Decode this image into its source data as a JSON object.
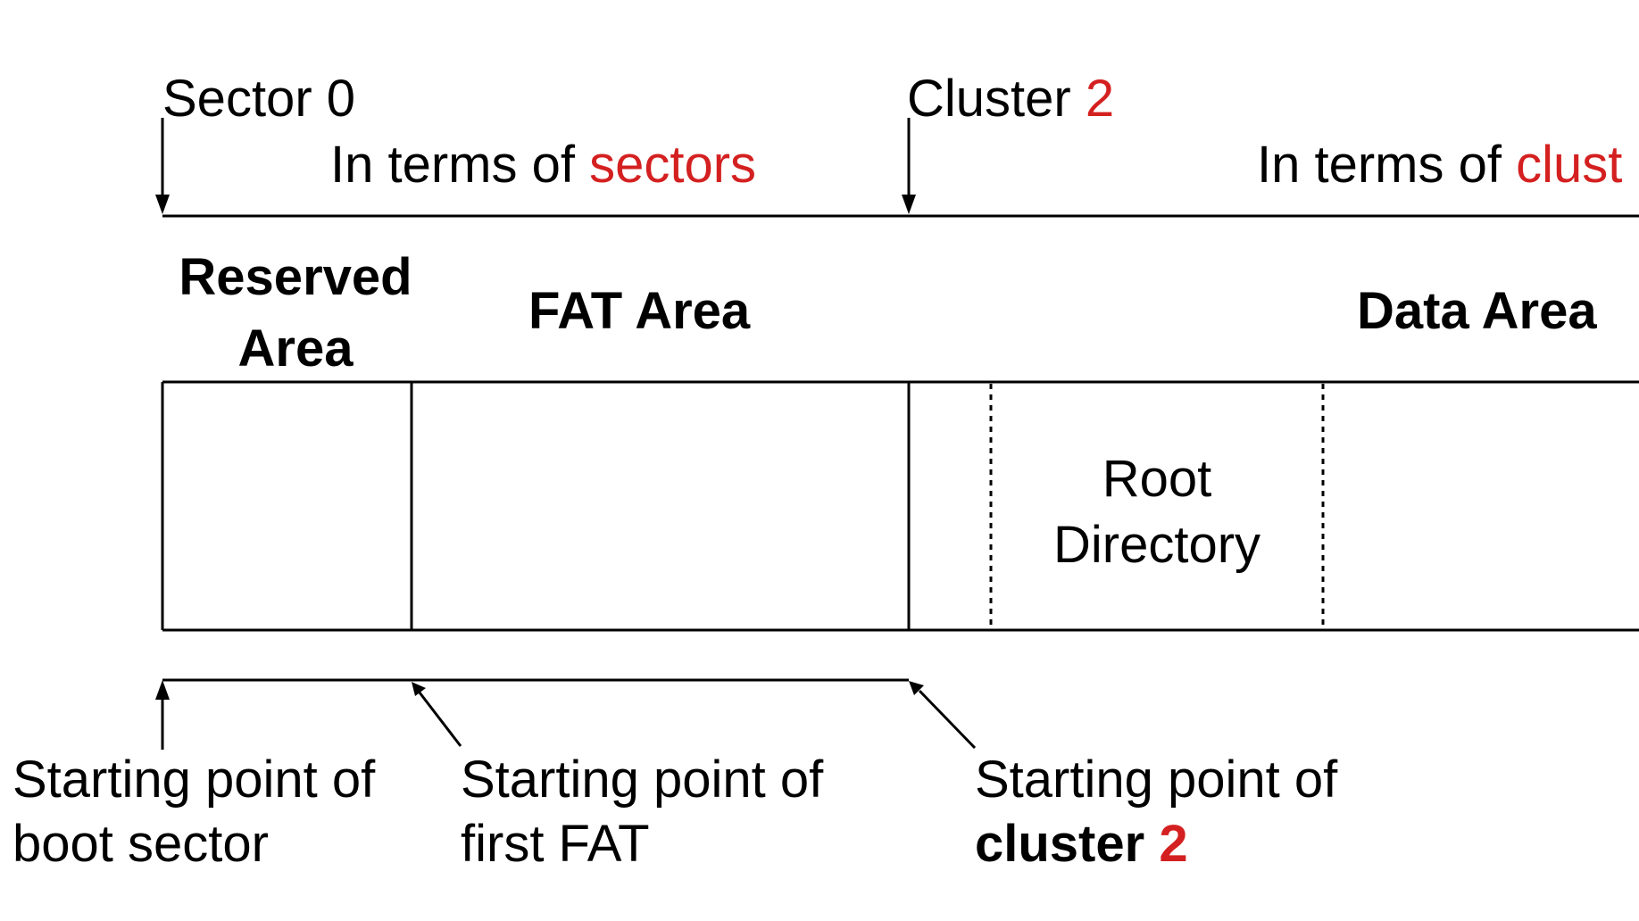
{
  "top": {
    "sector0": "Sector 0",
    "cluster_word": "Cluster",
    "cluster_num": "2",
    "terms_prefix": "In terms of",
    "terms_sectors": "sectors",
    "terms_clusters": "clust"
  },
  "areas": {
    "reserved_line1": "Reserved",
    "reserved_line2": "Area",
    "fat": "FAT Area",
    "data": "Data Area",
    "root_line1": "Root",
    "root_line2": "Directory"
  },
  "bottom": {
    "boot_line1": "Starting point of",
    "boot_line2": "boot sector",
    "fat_line1": "Starting point of",
    "fat_line2": "first FAT",
    "cluster_line1": "Starting point of",
    "cluster_word": "cluster",
    "cluster_num": "2"
  },
  "colors": {
    "accent_red": "#d42020",
    "line": "#000000"
  }
}
